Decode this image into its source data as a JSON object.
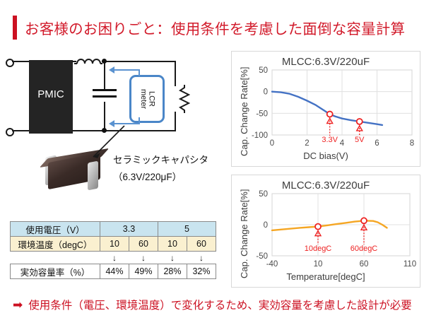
{
  "title": {
    "text": "お客様のお困りごと：使用条件を考慮した面倒な容量計算",
    "accent_color": "#cc1122"
  },
  "circuit": {
    "pmic_label": "PMIC",
    "lcr_label_line1": "LCR",
    "lcr_label_line2": "meter",
    "lcr_border_color": "#4a86c8",
    "wire_color": "#1a1a1a",
    "probe_color": "#5a92d0"
  },
  "capacitor": {
    "caption_line1": "セラミックキャパシタ",
    "caption_line2": "（6.3V/220μF）"
  },
  "table": {
    "rows": [
      {
        "label": "使用電圧（V）",
        "values": [
          "3.3",
          "5"
        ],
        "style": "hdr-blue",
        "spans": [
          2,
          2
        ]
      },
      {
        "label": "環境温度（degC）",
        "values": [
          "10",
          "60",
          "10",
          "60"
        ],
        "style": "hdr-cream",
        "spans": [
          1,
          1,
          1,
          1
        ]
      },
      {
        "label": "",
        "values": [
          "↓",
          "↓",
          "↓",
          "↓"
        ],
        "style": "arrow",
        "spans": [
          1,
          1,
          1,
          1
        ]
      },
      {
        "label": "実効容量率（%）",
        "values": [
          "44%",
          "49%",
          "28%",
          "32%"
        ],
        "style": "cell-white",
        "spans": [
          1,
          1,
          1,
          1
        ]
      }
    ],
    "header_blue": "#c9e4ef",
    "header_cream": "#faf0d0"
  },
  "footer": {
    "arrow": "➡",
    "text": "使用条件（電圧、環境温度）で変化するため、実効容量を考慮した設計が必要",
    "color": "#cc1122"
  },
  "chart_data": [
    {
      "id": "dc-bias",
      "type": "line",
      "title": "MLCC:6.3V/220uF",
      "xlabel": "DC bias(V)",
      "ylabel": "Cap. Change Rate[%]",
      "xlim": [
        0,
        8
      ],
      "ylim": [
        -100,
        50
      ],
      "xticks": [
        0,
        2,
        4,
        6,
        8
      ],
      "yticks": [
        50,
        0,
        -50,
        -100
      ],
      "grid": true,
      "legend": "none",
      "line_color": "#4472c4",
      "x": [
        0,
        0.5,
        1,
        1.5,
        2,
        2.5,
        3,
        3.3,
        3.6,
        4,
        4.5,
        5,
        5.5,
        6,
        6.3
      ],
      "values": [
        0,
        -1.5,
        -5,
        -12,
        -21,
        -31,
        -44,
        -52,
        -57,
        -62,
        -66,
        -69,
        -72,
        -75,
        -77
      ],
      "markers": [
        {
          "x": 3.3,
          "y": -52,
          "label": "3.3V",
          "color": "#ee2222"
        },
        {
          "x": 5.0,
          "y": -69,
          "label": "5V",
          "color": "#ee2222"
        }
      ]
    },
    {
      "id": "temperature",
      "type": "line",
      "title": "MLCC:6.3V/220uF",
      "xlabel": "Temperature[degC]",
      "ylabel": "Cap. Change Rate[%]",
      "xlim": [
        -40,
        110
      ],
      "ylim": [
        -50,
        50
      ],
      "xticks": [
        -40,
        10,
        60,
        110
      ],
      "yticks": [
        50,
        0,
        -50
      ],
      "grid": true,
      "legend": "none",
      "line_color": "#f5a623",
      "x": [
        -40,
        -25,
        -10,
        0,
        10,
        20,
        30,
        40,
        50,
        60,
        70,
        75,
        80,
        85
      ],
      "values": [
        -9,
        -7,
        -5,
        -4,
        -3,
        -1,
        1,
        3,
        5,
        6.5,
        6,
        4,
        0,
        -5
      ],
      "markers": [
        {
          "x": 10,
          "y": -3,
          "label": "10degC",
          "color": "#ee2222"
        },
        {
          "x": 60,
          "y": 6.5,
          "label": "60degC",
          "color": "#ee2222"
        }
      ]
    }
  ]
}
